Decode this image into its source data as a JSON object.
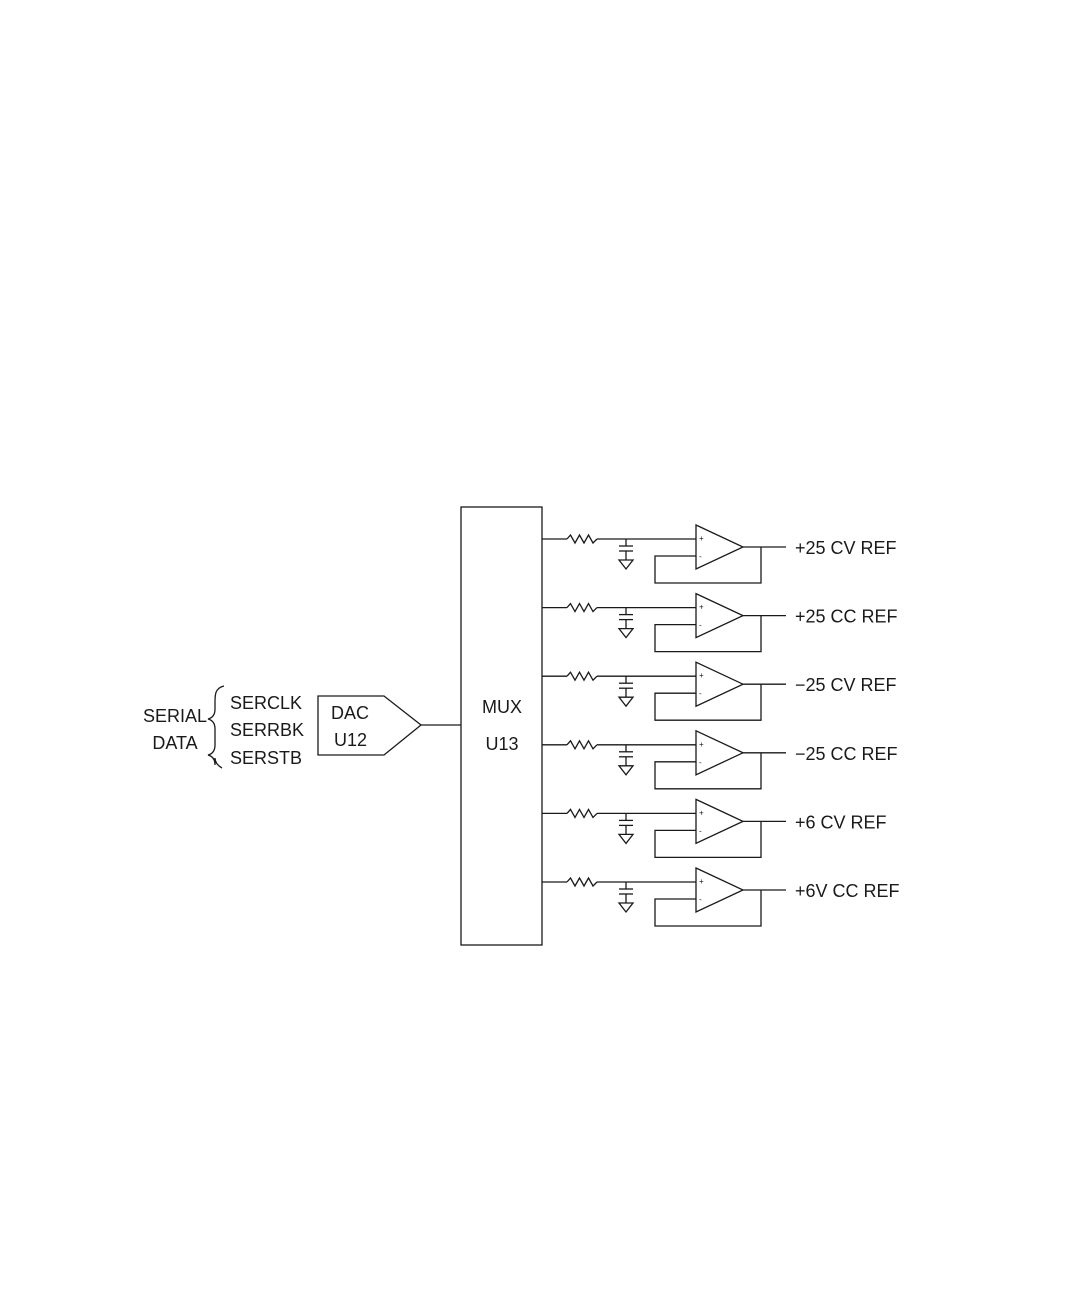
{
  "diagram": {
    "serial_label_line1": "SERIAL",
    "serial_label_line2": "DATA",
    "signals": [
      "SERCLK",
      "SERRBK",
      "SERSTB"
    ],
    "dac": {
      "name": "DAC",
      "ref": "U12"
    },
    "mux": {
      "name": "MUX",
      "ref": "U13"
    },
    "outputs": [
      "+25 CV REF",
      "+25 CC REF",
      "−25 CV REF",
      "−25 CC REF",
      "+6 CV REF",
      "+6V CC REF"
    ],
    "opamp_plus": "+",
    "opamp_minus": "-"
  }
}
